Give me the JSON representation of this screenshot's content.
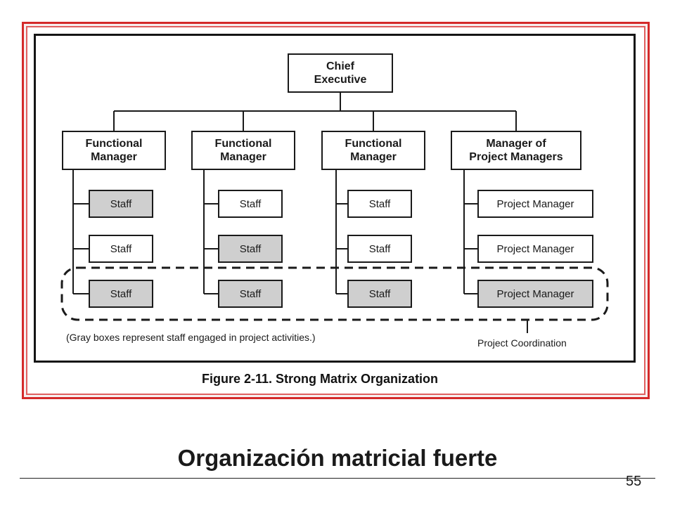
{
  "diagram": {
    "root": {
      "label": "Chief\nExecutive"
    },
    "columns": [
      {
        "manager": "Functional\nManager",
        "subordinates": [
          {
            "label": "Staff",
            "engaged": true
          },
          {
            "label": "Staff",
            "engaged": false
          },
          {
            "label": "Staff",
            "engaged": true
          }
        ]
      },
      {
        "manager": "Functional\nManager",
        "subordinates": [
          {
            "label": "Staff",
            "engaged": false
          },
          {
            "label": "Staff",
            "engaged": true
          },
          {
            "label": "Staff",
            "engaged": true
          }
        ]
      },
      {
        "manager": "Functional\nManager",
        "subordinates": [
          {
            "label": "Staff",
            "engaged": false
          },
          {
            "label": "Staff",
            "engaged": false
          },
          {
            "label": "Staff",
            "engaged": true
          }
        ]
      },
      {
        "manager": "Manager of\nProject Managers",
        "subordinates": [
          {
            "label": "Project Manager",
            "engaged": false
          },
          {
            "label": "Project Manager",
            "engaged": false
          },
          {
            "label": "Project Manager",
            "engaged": true
          }
        ]
      }
    ],
    "note": "(Gray boxes represent staff engaged in project activities.)",
    "coordination_label": "Project Coordination",
    "caption": "Figure 2-11. Strong Matrix Organization",
    "engaged_color": "#cfcfcf"
  },
  "slide": {
    "title": "Organización matricial fuerte",
    "page_number": "55"
  },
  "colors": {
    "frame": "#d42a2a"
  }
}
